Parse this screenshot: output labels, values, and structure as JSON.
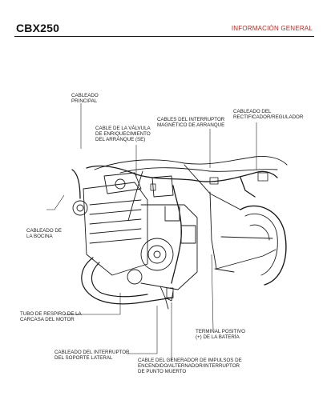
{
  "header": {
    "model": "CBX250",
    "section": "INFORMACIÓN GENERAL"
  },
  "labels": {
    "main_harness": [
      "CABLEADO",
      "PRINCIPAL"
    ],
    "enrichment_valve_cable": [
      "CABLE DE LA VÁLVULA",
      "DE ENRIQUECIMIENTO",
      "DEL ARRANQUE (SE)"
    ],
    "starter_switch_cables": [
      "CABLES DEL INTERRUPTOR",
      "MAGNÉTICO DE ARRANQUE"
    ],
    "regulator_harness": [
      "CABLEADO DEL",
      "RECTIFICADOR/REGULADOR"
    ],
    "horn_harness": [
      "CABLEADO DE",
      "LA BOCINA"
    ],
    "crankcase_breather": [
      "TUBO DE RESPIRO DE LA",
      "CARCASA DEL MOTOR"
    ],
    "battery_terminal": [
      "TERMINAL POSITIVO",
      "(+) DE LA BATERÍA"
    ],
    "sidestand_switch_harness": [
      "CABLEADO DEL INTERRUPTOR",
      "DEL SOPORTE LATERAL"
    ],
    "pulse_generator_cable": [
      "CABLE DEL GENERADOR DE IMPULSOS DE",
      "ENCENDIDO/ALTERNADOR/INTERRUPTOR",
      "DE PUNTO MUERTO"
    ]
  }
}
